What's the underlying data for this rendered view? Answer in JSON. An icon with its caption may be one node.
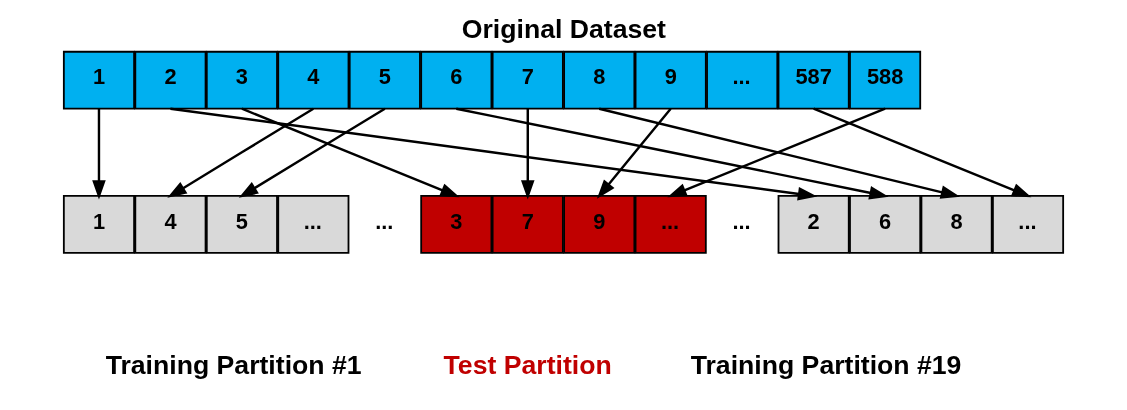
{
  "diagram": {
    "title": "Original Dataset",
    "nodes": [
      {
        "text": [
          "1"
        ]
      },
      {
        "text": [
          "2"
        ]
      },
      {
        "text": [
          "3"
        ]
      },
      {
        "text": [
          "4"
        ]
      },
      {
        "text": [
          "5"
        ]
      },
      {
        "text": [
          "6"
        ]
      },
      {
        "text": [
          "7"
        ]
      },
      {
        "text": [
          "8"
        ]
      },
      {
        "text": [
          "9"
        ]
      },
      {
        "text": [
          "..."
        ]
      },
      {
        "text": [
          "587"
        ]
      },
      {
        "text": [
          "588"
        ]
      },
      {
        "text": [
          "1"
        ]
      },
      {
        "text": [
          "4"
        ]
      },
      {
        "text": [
          "5"
        ]
      },
      {
        "text": [
          "..."
        ]
      },
      {
        "text": [
          "3"
        ]
      },
      {
        "text": [
          "7"
        ]
      },
      {
        "text": [
          "9"
        ]
      },
      {
        "text": [
          "..."
        ]
      },
      {
        "text": [
          "2"
        ]
      },
      {
        "text": [
          "6"
        ]
      },
      {
        "text": [
          "8"
        ]
      },
      {
        "text": [
          "..."
        ]
      }
    ],
    "edges": [
      {
        "from": 0,
        "to": 12,
        "arrow": "to"
      },
      {
        "from": 1,
        "to": 20,
        "arrow": "to"
      },
      {
        "from": 2,
        "to": 16,
        "arrow": "to"
      },
      {
        "from": 3,
        "to": 13,
        "arrow": "to"
      },
      {
        "from": 4,
        "to": 14,
        "arrow": "to"
      },
      {
        "from": 5,
        "to": 21,
        "arrow": "to"
      },
      {
        "from": 6,
        "to": 17,
        "arrow": "to"
      },
      {
        "from": 7,
        "to": 22,
        "arrow": "to"
      },
      {
        "from": 8,
        "to": 18,
        "arrow": "to"
      },
      {
        "from": 10,
        "to": 23,
        "arrow": "to"
      },
      {
        "from": 11,
        "to": 19,
        "arrow": "to"
      }
    ],
    "labels": [
      "...",
      "...",
      "Training Partition #1",
      "Test Partition",
      "Training Partition #19"
    ]
  }
}
